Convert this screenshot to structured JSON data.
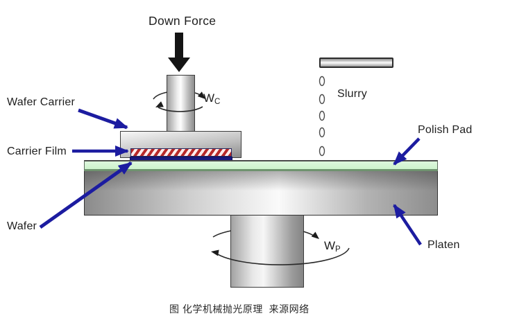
{
  "figure_caption": "图 化学机械抛光原理  来源网络",
  "labels": {
    "down_force": "Down Force",
    "wafer_carrier": "Wafer Carrier",
    "carrier_film": "Carrier Film",
    "wafer": "Wafer",
    "slurry": "Slurry",
    "polish_pad": "Polish Pad",
    "platen": "Platen"
  },
  "rotation": {
    "carrier": {
      "symbol": "W",
      "subscript": "C"
    },
    "platen": {
      "symbol": "W",
      "subscript": "P"
    }
  },
  "colors": {
    "arrow-blue": "#1c1ca0",
    "ink": "#1e1e1e",
    "pad-green": "#cdf3cc",
    "film-red": "#b82a2a",
    "wafer-navy": "#18187e"
  }
}
